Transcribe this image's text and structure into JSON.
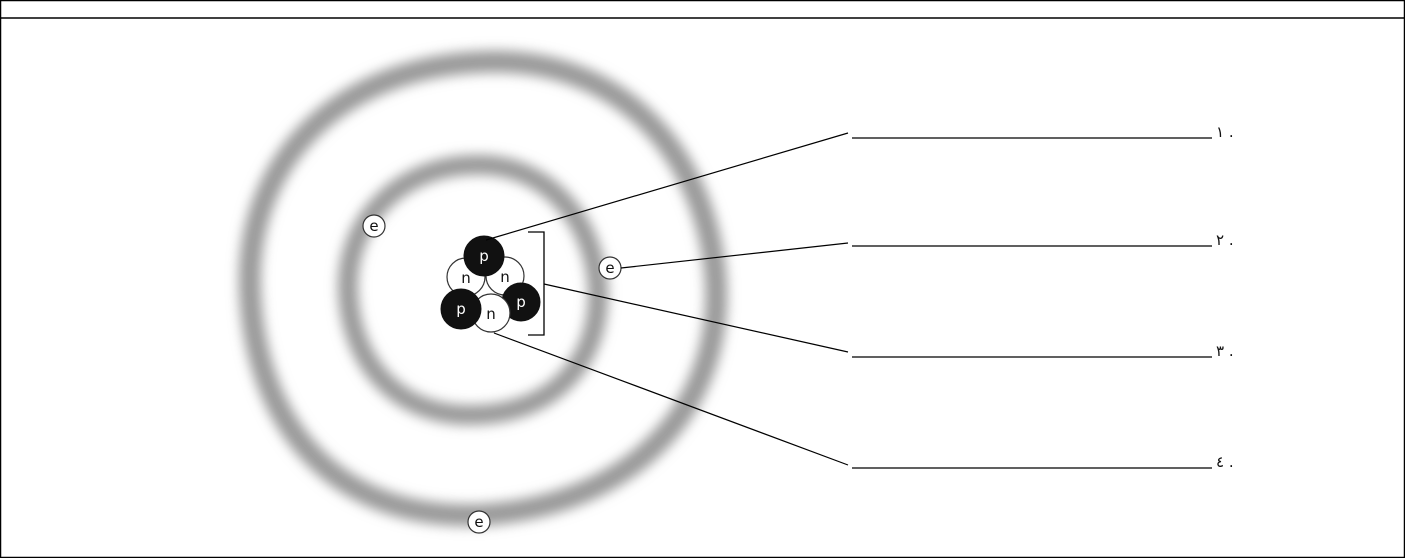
{
  "diagram": {
    "particles": {
      "proton_label": "p",
      "neutron_label": "n",
      "electron_label": "e"
    },
    "blanks": [
      {
        "number": "١ ."
      },
      {
        "number": "٢ ."
      },
      {
        "number": "٣ ."
      },
      {
        "number": "٤ ."
      }
    ],
    "colors": {
      "proton_fill": "#111111",
      "neutron_fill": "#ffffff",
      "shell_gray": "#8a8a8a",
      "line": "#000000"
    }
  }
}
